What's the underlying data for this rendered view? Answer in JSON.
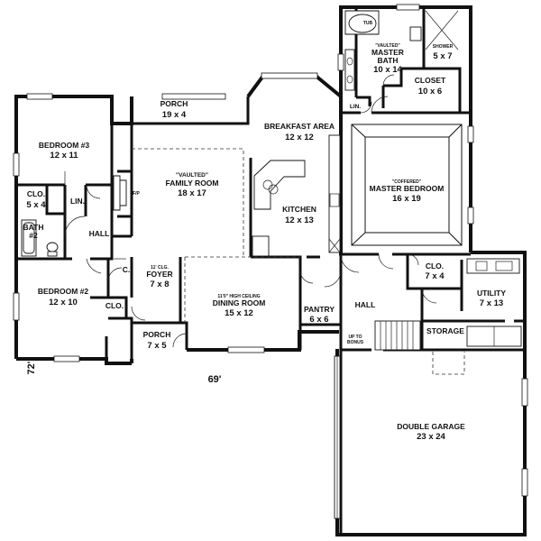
{
  "rooms": {
    "bedroom3": {
      "name": "BEDROOM #3",
      "size": "12 x 11"
    },
    "clo_b3": {
      "name": "CLO.",
      "size": "5 x 4"
    },
    "lin_b3": {
      "name": "LIN."
    },
    "bath2": {
      "name": "BATH",
      "size": "#2"
    },
    "hall_left": {
      "name": "HALL"
    },
    "bedroom2": {
      "name": "BEDROOM #2",
      "size": "12 x 10"
    },
    "clo_b2": {
      "name": "CLO."
    },
    "clo_c": {
      "name": "C."
    },
    "porch_top": {
      "name": "PORCH",
      "size": "19 x 4"
    },
    "family": {
      "note": "\"VAULTED\"",
      "name": "FAMILY ROOM",
      "size": "18 x 17"
    },
    "fp": {
      "name": "F/P"
    },
    "foyer": {
      "note": "11' CLG.",
      "name": "FOYER",
      "size": "7 x 8"
    },
    "porch_front": {
      "name": "PORCH",
      "size": "7 x 5"
    },
    "dining": {
      "note": "11'0\" HIGH CEILING",
      "name": "DINING ROOM",
      "size": "15 x 12"
    },
    "breakfast": {
      "name": "BREAKFAST AREA",
      "size": "12 x 12"
    },
    "kitchen": {
      "name": "KITCHEN",
      "size": "12 x 13"
    },
    "pantry": {
      "name": "PANTRY",
      "size": "6 x 6"
    },
    "master_bath": {
      "note": "\"VAULTED\"",
      "name": "MASTER",
      "name2": "BATH",
      "size": "10 x 14"
    },
    "tub": {
      "name": "TUB"
    },
    "shower": {
      "name": "SHOWER",
      "size": "5 x 7"
    },
    "closet": {
      "name": "CLOSET",
      "size": "10 x 6"
    },
    "lin_master": {
      "name": "LIN."
    },
    "master_bed": {
      "note": "\"COFFERED\"",
      "name": "MASTER BEDROOM",
      "size": "16 x 19"
    },
    "clo_hall": {
      "name": "CLO.",
      "size": "7 x 4"
    },
    "hall_right": {
      "name": "HALL"
    },
    "utility": {
      "name": "UTILITY",
      "size": "7 x 13"
    },
    "storage": {
      "name": "STORAGE"
    },
    "up_bonus": {
      "line1": "UP TO",
      "line2": "BONUS"
    },
    "garage": {
      "name": "DOUBLE GARAGE",
      "size": "23 x 24"
    }
  },
  "dimensions": {
    "width": "69'",
    "depth": "72'"
  }
}
